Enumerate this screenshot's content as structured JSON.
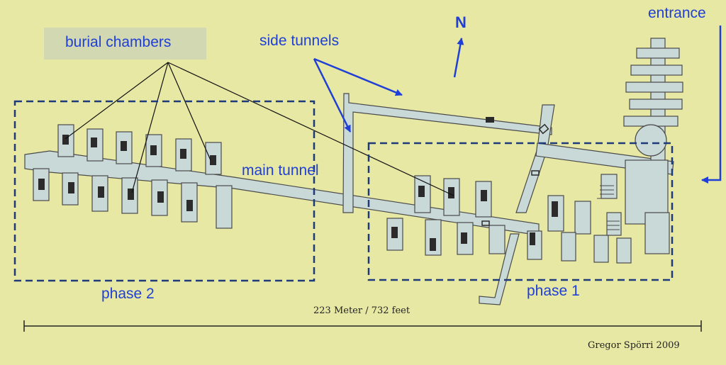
{
  "labels": {
    "burial_chambers": "burial chambers",
    "side_tunnels": "side tunnels",
    "main_tunnel": "main tunnel",
    "phase_2": "phase 2",
    "phase_1": "phase 1",
    "entrance": "entrance",
    "north": "N"
  },
  "scale": {
    "text": "223 Meter / 732 feet"
  },
  "credit": "Gregor Spörri 2009",
  "colors": {
    "background": "#e7e8a4",
    "tunnel_fill": "#c8d9d8",
    "tunnel_outline": "#4a4a4a",
    "label_blue": "#1f3fd6",
    "phase_box": "#1f3a7a",
    "chamber_dark": "#2b2b2b"
  }
}
